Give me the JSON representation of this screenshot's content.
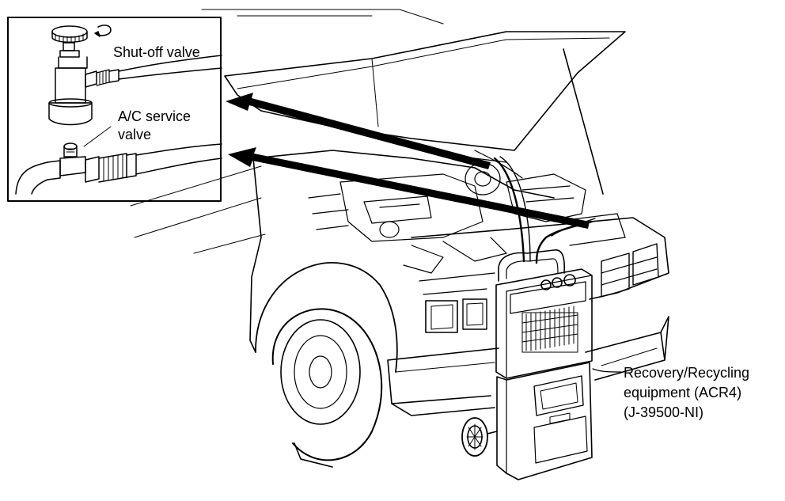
{
  "inset": {
    "shutoff_label": "Shut-off valve",
    "service_label_line1": "A/C service",
    "service_label_line2": "valve"
  },
  "equipment": {
    "line1": "Recovery/Recycling",
    "line2": "equipment (ACR4)",
    "line3": "(J-39500-NI)"
  },
  "colors": {
    "ink": "#000000",
    "paper": "#ffffff"
  }
}
